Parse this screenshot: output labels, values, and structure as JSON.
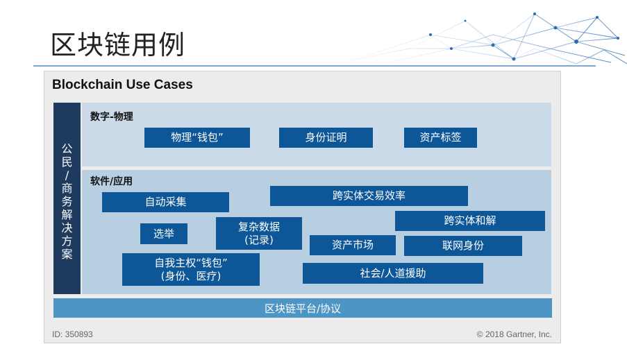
{
  "title": "区块链用例",
  "frame_title": "Blockchain Use Cases",
  "side_label": [
    "公",
    "民",
    "/",
    "商",
    "务",
    "解",
    "决",
    "方",
    "案"
  ],
  "digital_physical": {
    "label": "数字-物理",
    "items": [
      "物理“钱包”",
      "身份证明",
      "资产标签"
    ]
  },
  "software": {
    "label": "软件/应用",
    "items": {
      "auto_collect": "自动采集",
      "cross_efficiency": "跨实体交易效率",
      "cross_reconcile": "跨实体和解",
      "election": "选举",
      "complex_data": [
        "复杂数据",
        "(记录)"
      ],
      "asset_market": "资产市场",
      "iot_identity": "联网身份",
      "self_sovereign": [
        "自我主权“钱包”",
        "(身份、医疗)"
      ],
      "social_aid": "社会/人道援助"
    }
  },
  "platform": "区块链平台/协议",
  "footer": {
    "id": "ID: 350893",
    "copyright": "© 2018 Gartner, Inc."
  }
}
